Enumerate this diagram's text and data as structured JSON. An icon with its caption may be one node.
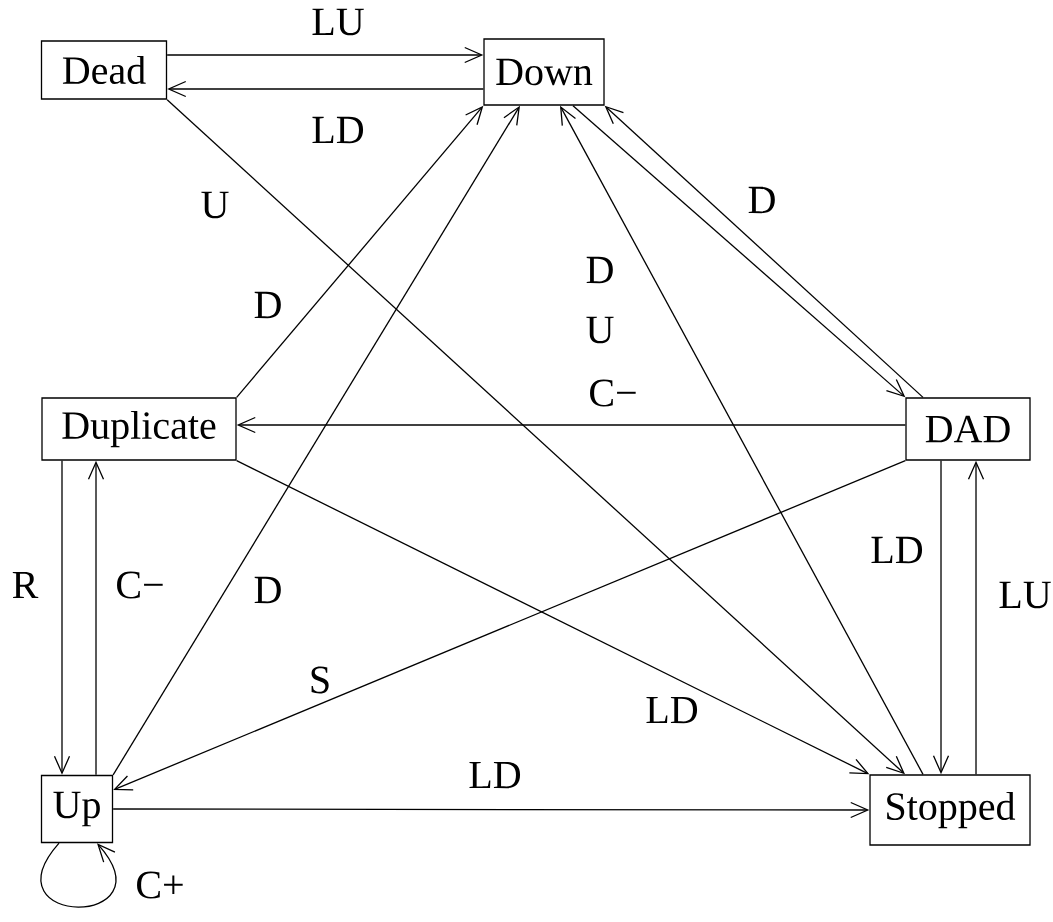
{
  "diagram": {
    "nodes": [
      {
        "text": [
          "Dead"
        ]
      },
      {
        "text": [
          "Down"
        ]
      },
      {
        "text": [
          "Duplicate"
        ]
      },
      {
        "text": [
          "DAD"
        ]
      },
      {
        "text": [
          "Up"
        ]
      },
      {
        "text": [
          "Stopped"
        ]
      }
    ],
    "edges": [
      {
        "from": 0,
        "to": 1,
        "arrow": "to",
        "label": "LU"
      },
      {
        "from": 1,
        "to": 0,
        "arrow": "to",
        "label": "LD"
      },
      {
        "from": 0,
        "to": 5,
        "arrow": "to",
        "label": "U"
      },
      {
        "from": 2,
        "to": 1,
        "arrow": "to",
        "label": "D"
      },
      {
        "from": 4,
        "to": 1,
        "arrow": "to",
        "label": "D"
      },
      {
        "from": 5,
        "to": 1,
        "arrow": "to",
        "label": "D"
      },
      {
        "from": 1,
        "to": 3,
        "arrow": "to",
        "label": "U"
      },
      {
        "from": 3,
        "to": 1,
        "arrow": "to",
        "label": "D"
      },
      {
        "from": 3,
        "to": 2,
        "arrow": "to",
        "label": "C−"
      },
      {
        "from": 2,
        "to": 5,
        "arrow": "to",
        "label": "LD"
      },
      {
        "from": 3,
        "to": 4,
        "arrow": "to",
        "label": "S"
      },
      {
        "from": 2,
        "to": 4,
        "arrow": "to",
        "label": "R"
      },
      {
        "from": 4,
        "to": 2,
        "arrow": "to",
        "label": "C−"
      },
      {
        "from": 3,
        "to": 5,
        "arrow": "to",
        "label": "LD"
      },
      {
        "from": 5,
        "to": 3,
        "arrow": "to",
        "label": "LU"
      },
      {
        "from": 4,
        "to": 5,
        "arrow": "to",
        "label": "LD"
      },
      {
        "from": 4,
        "to": 4,
        "arrow": "to",
        "label": "C+"
      }
    ]
  }
}
